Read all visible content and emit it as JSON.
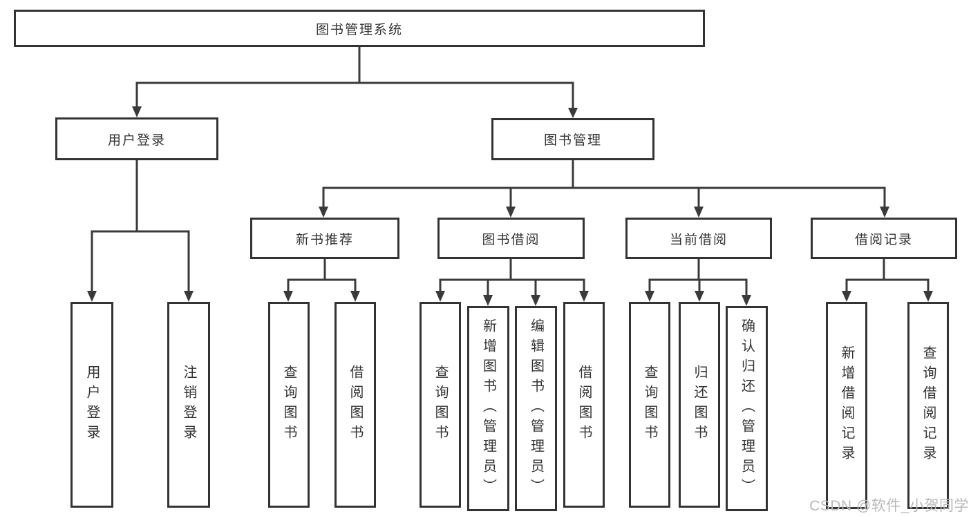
{
  "tree": {
    "label": "图书管理系统",
    "children": [
      {
        "label": "用户登录",
        "children": [
          {
            "label": "用户登录"
          },
          {
            "label": "注销登录"
          }
        ]
      },
      {
        "label": "图书管理",
        "children": [
          {
            "label": "新书推荐",
            "children": [
              {
                "label": "查询图书"
              },
              {
                "label": "借阅图书"
              }
            ]
          },
          {
            "label": "图书借阅",
            "children": [
              {
                "label": "查询图书"
              },
              {
                "label": "新增图书（管理员）"
              },
              {
                "label": "编辑图书（管理员）"
              },
              {
                "label": "借阅图书"
              }
            ]
          },
          {
            "label": "当前借阅",
            "children": [
              {
                "label": "查询图书"
              },
              {
                "label": "归还图书"
              },
              {
                "label": "确认归还（管理员）"
              }
            ]
          },
          {
            "label": "借阅记录",
            "children": [
              {
                "label": "新增借阅记录"
              },
              {
                "label": "查询借阅记录"
              }
            ]
          }
        ]
      }
    ]
  },
  "watermark": {
    "text": "CSDN @软件_小贺同学"
  },
  "colors": {
    "line": "#3a3a3a",
    "border": "#333333",
    "text": "#333333",
    "watermark": "#b8b8b8",
    "background": "#ffffff"
  }
}
